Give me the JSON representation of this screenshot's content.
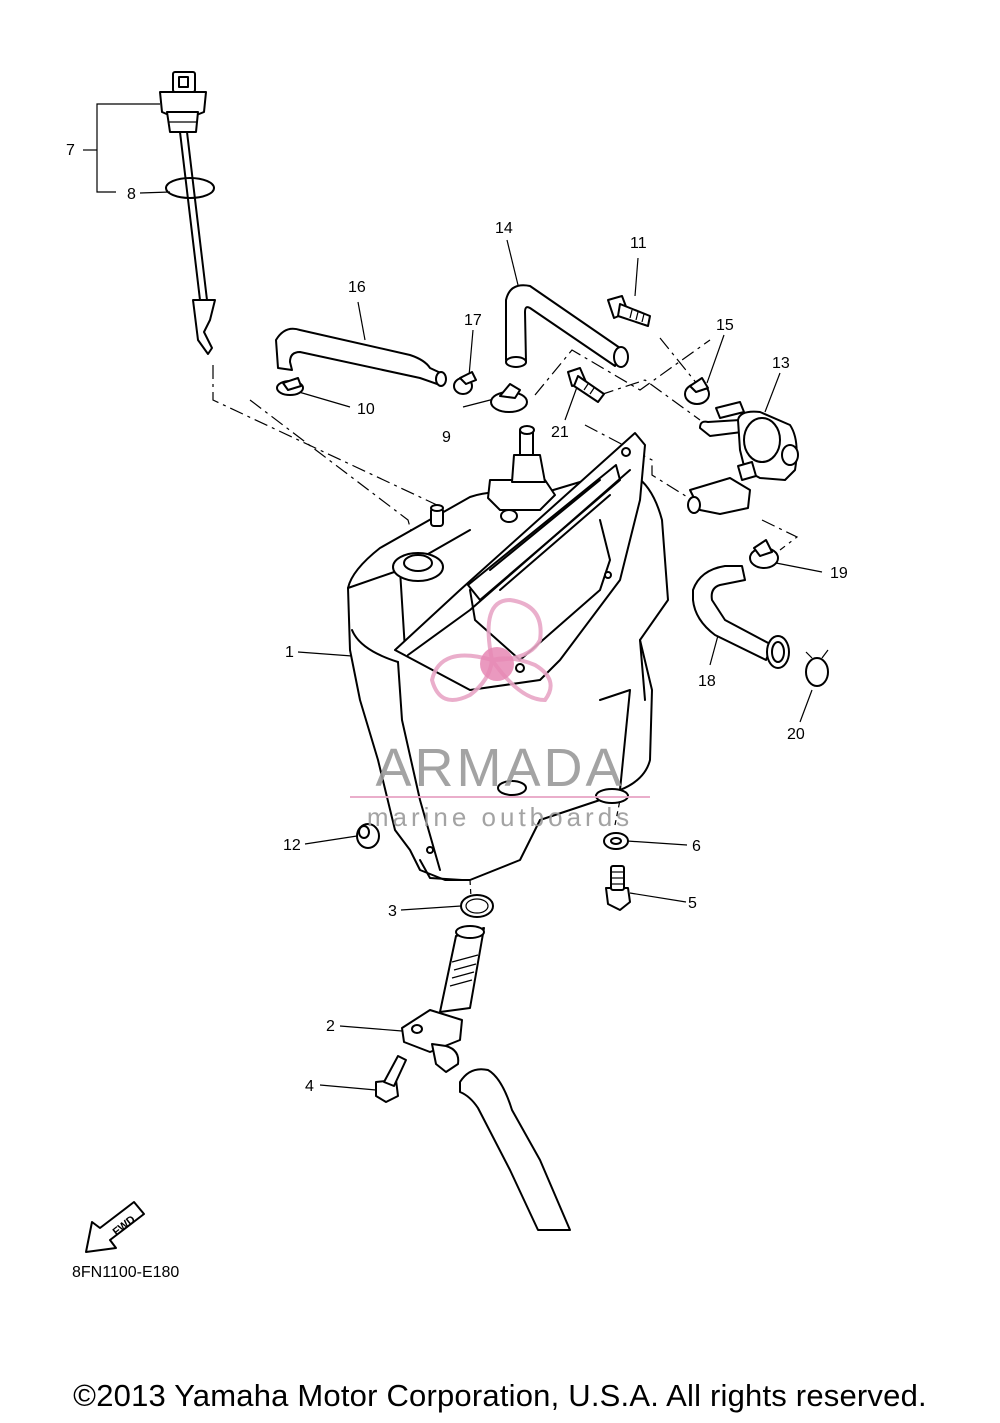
{
  "callouts": {
    "c1": "1",
    "c2": "2",
    "c3": "3",
    "c4": "4",
    "c5": "5",
    "c6": "6",
    "c7": "7",
    "c8": "8",
    "c9": "9",
    "c10": "10",
    "c11": "11",
    "c12": "12",
    "c13": "13",
    "c14": "14",
    "c15": "15",
    "c16": "16",
    "c17": "17",
    "c18": "18",
    "c19": "19",
    "c20": "20",
    "c21": "21"
  },
  "fwd_label": "FWD",
  "drawing_code": "8FN1100-E180",
  "watermark": {
    "brand": "ARMADA",
    "tagline": "marine outboards",
    "logo_color": "#e8a6c6",
    "logo_dot_color": "#e47aab",
    "text_color": "#9a9a9a"
  },
  "copyright": "©2013 Yamaha Motor Corporation, U.S.A. All rights reserved."
}
